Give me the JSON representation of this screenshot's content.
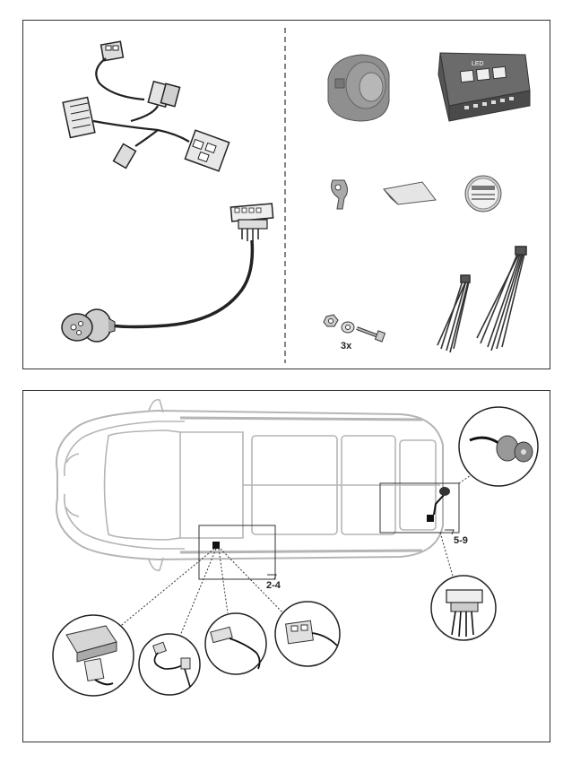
{
  "parts_panel": {
    "qty_label": "3x"
  },
  "vehicle_panel": {
    "steps_front": "2-4",
    "steps_rear": "5-9"
  },
  "kit_icon_text": "LED"
}
